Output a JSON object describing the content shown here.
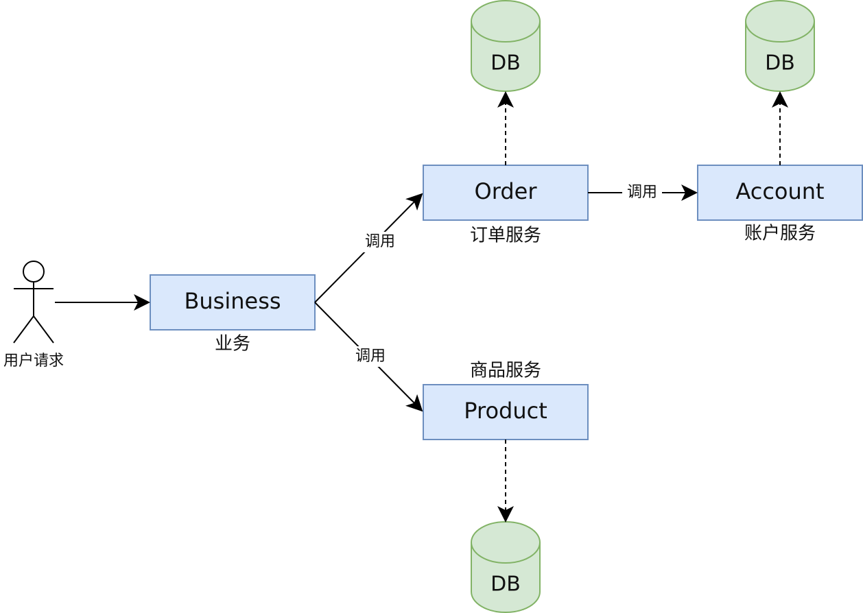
{
  "actor": {
    "label": "用户请求"
  },
  "nodes": {
    "business": {
      "label": "Business",
      "caption": "业务"
    },
    "order": {
      "label": "Order",
      "caption": "订单服务"
    },
    "account": {
      "label": "Account",
      "caption": "账户服务"
    },
    "product": {
      "label": "Product",
      "caption": "商品服务"
    }
  },
  "databases": {
    "order_db": {
      "label": "DB"
    },
    "account_db": {
      "label": "DB"
    },
    "product_db": {
      "label": "DB"
    }
  },
  "edges": {
    "business_to_order": {
      "label": "调用"
    },
    "business_to_product": {
      "label": "调用"
    },
    "order_to_account": {
      "label": "调用"
    }
  },
  "colors": {
    "service_fill": "#dae8fc",
    "service_stroke": "#6c8ebf",
    "db_fill": "#d5e8d4",
    "db_stroke": "#82b366",
    "edge": "#000000"
  }
}
